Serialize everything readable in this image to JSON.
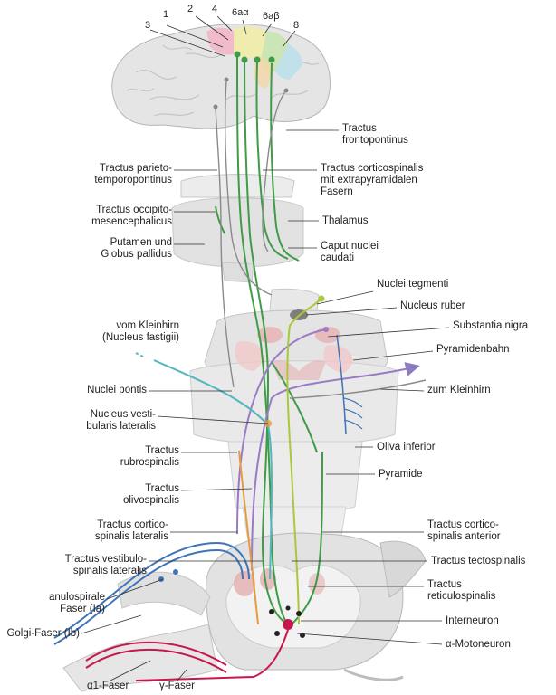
{
  "labels": {
    "n1": "1",
    "n2": "2",
    "n3": "3",
    "n4": "4",
    "n6aa": "6aα",
    "n6ab": "6aβ",
    "n8": "8",
    "tractus_frontopontinus": "Tractus\nfrontopontinus",
    "tractus_parieto": "Tractus parieto-\ntemporopontinus",
    "tractus_corticospinalis_extra": "Tractus corticospinalis\nmit extrapyramidalen\nFasern",
    "tractus_occipito": "Tractus occipito-\nmesencephalicus",
    "thalamus": "Thalamus",
    "putamen": "Putamen und\nGlobus pallidus",
    "caput": "Caput nuclei\ncaudati",
    "nuclei_tegmenti": "Nuclei tegmenti",
    "nucleus_ruber": "Nucleus ruber",
    "kleinhirn_from": "vom Kleinhirn\n(Nucleus fastigii)",
    "substantia_nigra": "Substantia nigra",
    "pyramidenbahn": "Pyramidenbahn",
    "nuclei_pontis": "Nuclei pontis",
    "zum_kleinhirn": "zum Kleinhirn",
    "nucleus_vest": "Nucleus vesti-\nbularis lateralis",
    "tractus_rubro": "Tractus\nrubrospinalis",
    "oliva": "Oliva inferior",
    "pyramide": "Pyramide",
    "tractus_olivo": "Tractus\nolivospinalis",
    "tractus_cs_lat": "Tractus cortico-\nspinalis lateralis",
    "tractus_cs_ant": "Tractus cortico-\nspinalis anterior",
    "tractus_vestibulo": "Tractus vestibulo-\nspinalis lateralis",
    "tractus_tecto": "Tractus tectospinalis",
    "tractus_reticulo": "Tractus\nreticulospinalis",
    "anulospirale": "anulospirale\nFaser (Ia)",
    "interneuron": "Interneuron",
    "golgi": "Golgi-Faser (Ib)",
    "motoneuron": "α-Motoneuron",
    "alpha1": "α1-Faser",
    "gamma": "γ-Faser"
  },
  "colors": {
    "area_pink": "#f2b6c8",
    "area_yellow": "#f0ecaa",
    "area_green": "#c9e5b3",
    "area_blue": "#bfe0ea",
    "green_tract": "#3f9b46",
    "blue_tract": "#3f74b8",
    "purple_tract": "#9a7ac4",
    "cyan_tract": "#52b6bf",
    "orange_tract": "#e79a3f",
    "lime_tract": "#a9c93b",
    "red_neuron": "#c8174a"
  }
}
